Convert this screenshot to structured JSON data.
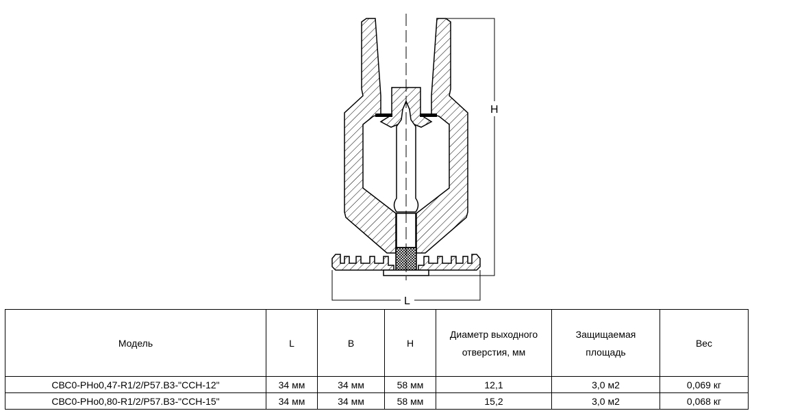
{
  "drawing": {
    "dimension_h": "H",
    "dimension_l": "L"
  },
  "table": {
    "headers": {
      "model": "Модель",
      "l": "L",
      "b": "B",
      "h": "H",
      "diameter_line1": "Диаметр выходного",
      "diameter_line2": "отверстия, мм",
      "area_line1": "Защищаемая",
      "area_line2": "площадь",
      "weight": "Вес"
    },
    "rows": [
      {
        "model": "СВС0-РНо0,47-R1/2/Р57.В3-\"ССН-12\"",
        "l": "34 мм",
        "b": "34 мм",
        "h": "58 мм",
        "diameter": "12,1",
        "area": "3,0 м2",
        "weight": "0,069 кг"
      },
      {
        "model": "СВС0-РНо0,80-R1/2/Р57.В3-\"ССН-15\"",
        "l": "34 мм",
        "b": "34 мм",
        "h": "58 мм",
        "diameter": "15,2",
        "area": "3,0 м2",
        "weight": "0,068 кг"
      }
    ]
  }
}
